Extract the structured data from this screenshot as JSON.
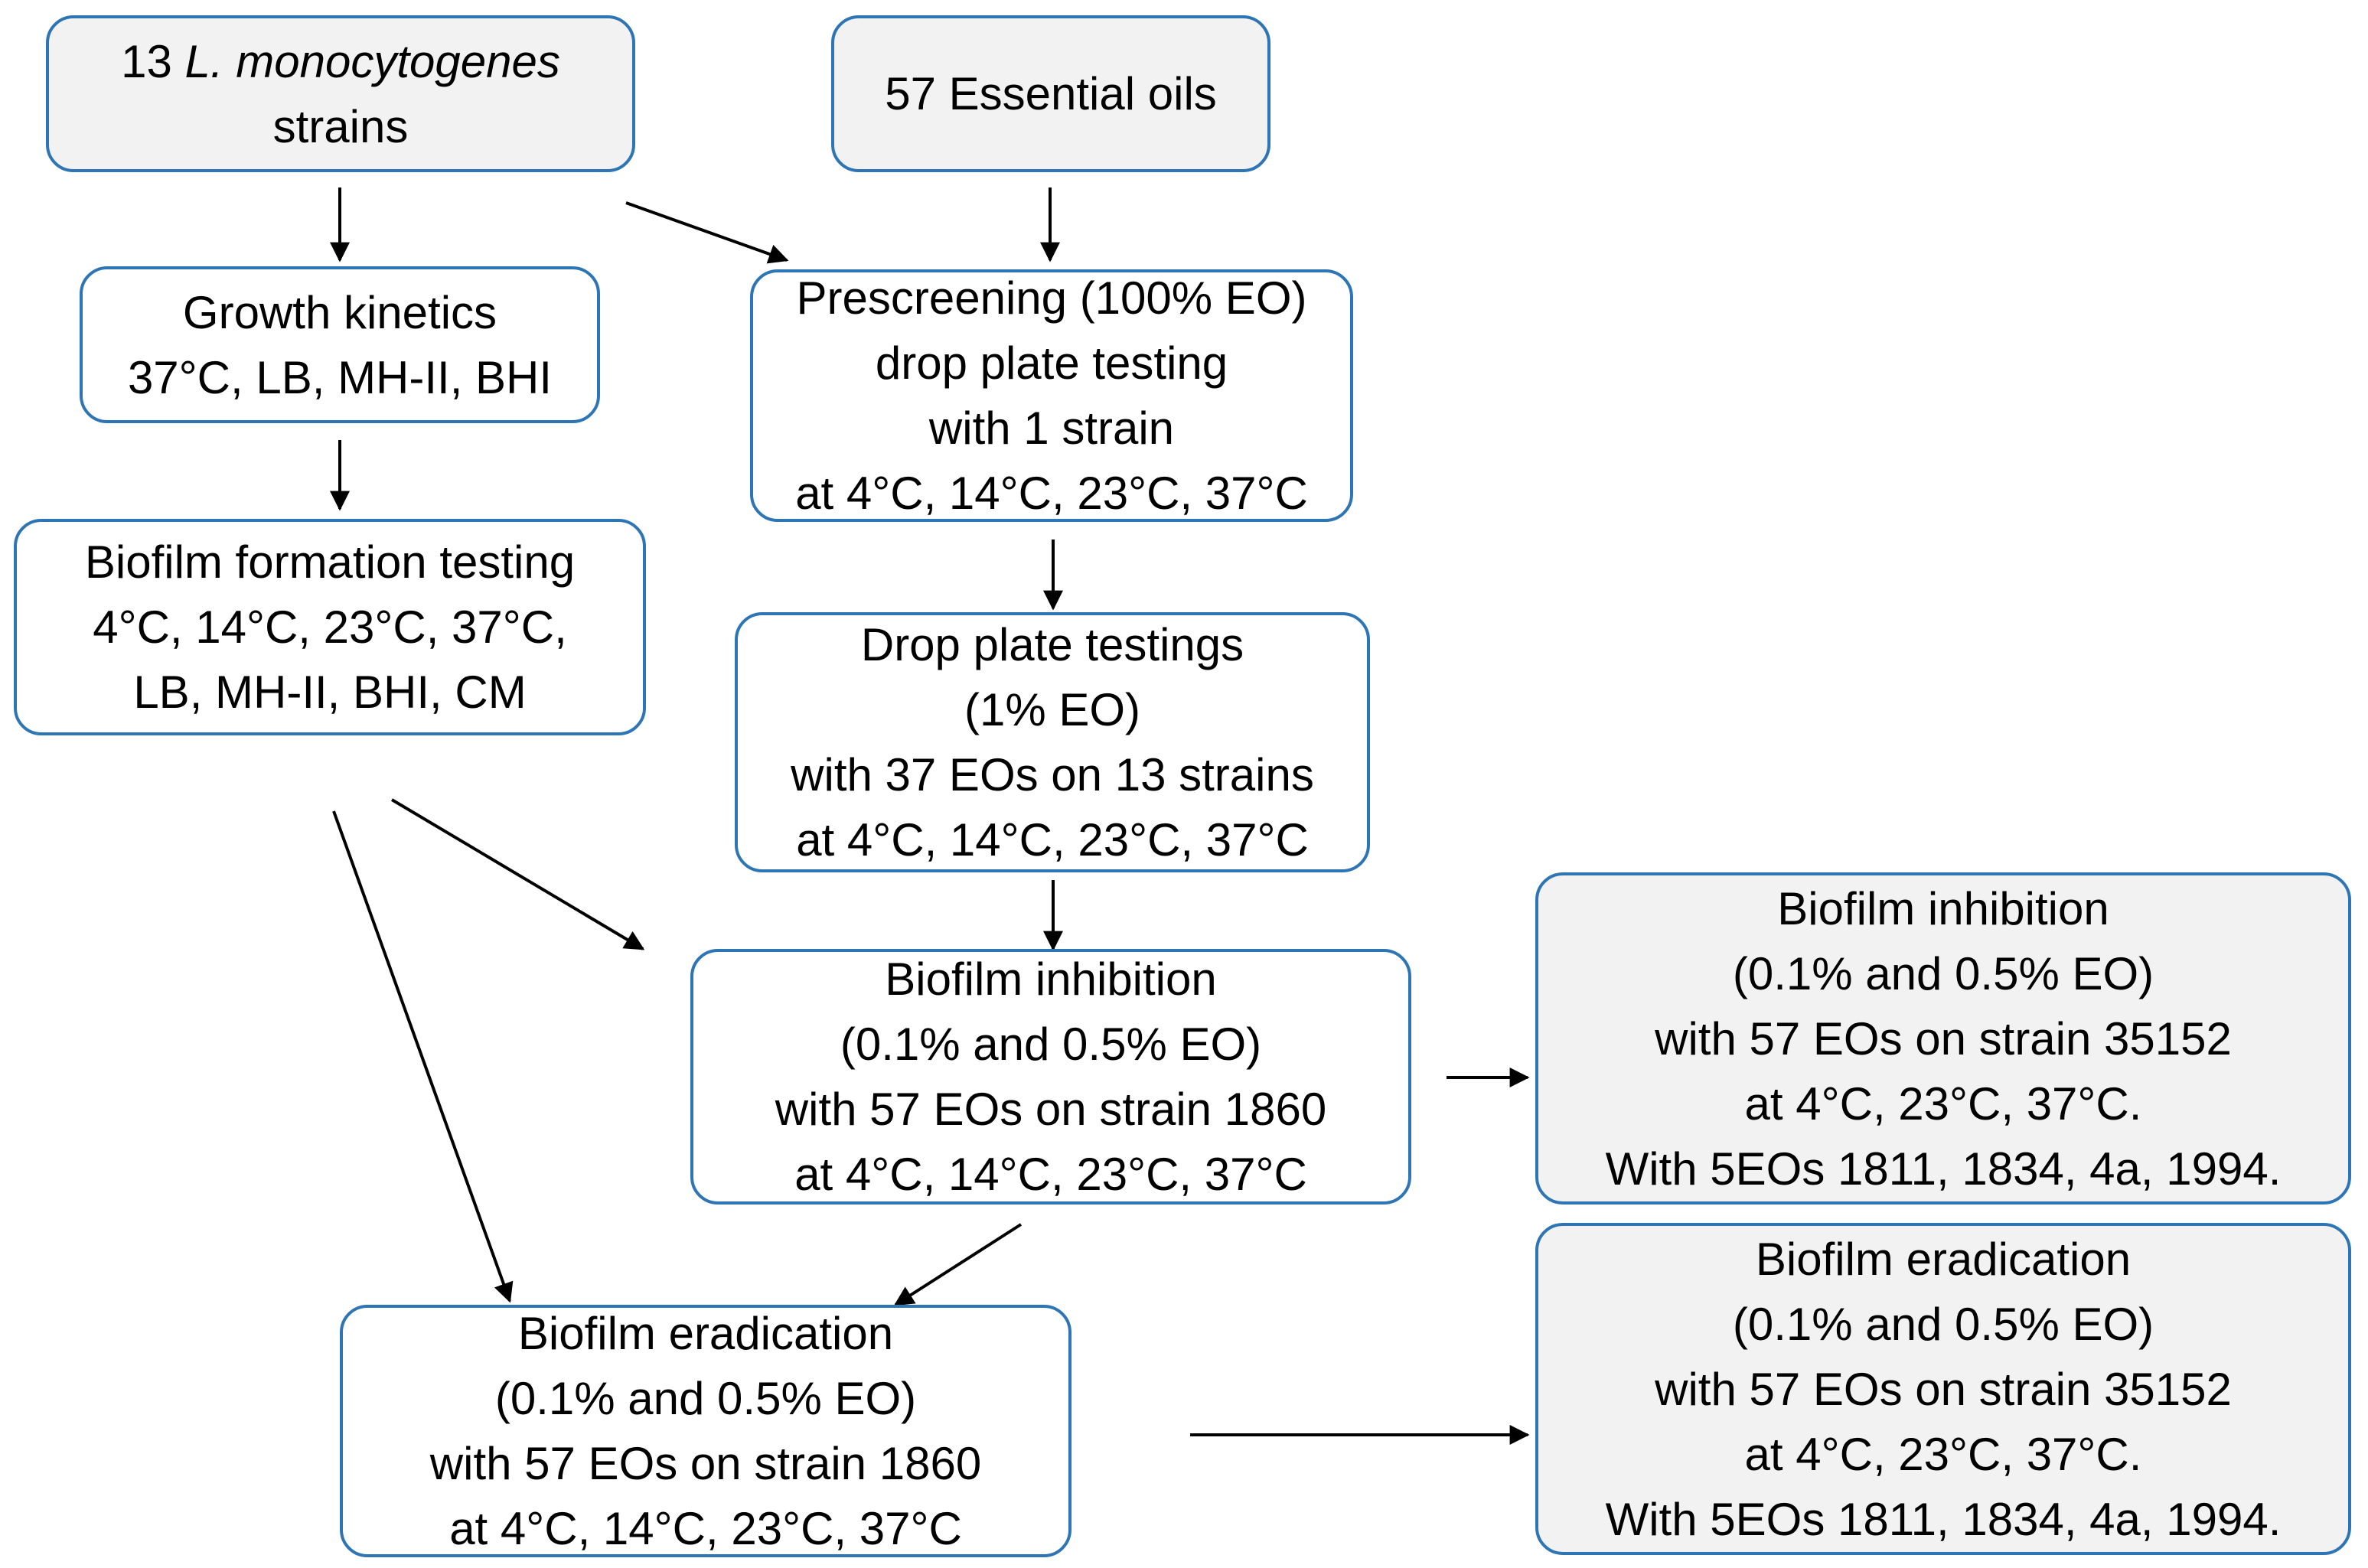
{
  "nodes": {
    "strains": {
      "lines": [
        "13",
        "L. monocytogenes",
        "strains"
      ]
    },
    "oils": {
      "lines": [
        "57 Essential oils"
      ]
    },
    "growth": {
      "lines": [
        "Growth kinetics",
        "37°C, LB, MH-II, BHI"
      ]
    },
    "prescreen": {
      "lines": [
        "Prescreening (100% EO)",
        "drop plate testing",
        "with 1 strain",
        "at 4°C, 14°C, 23°C, 37°C"
      ]
    },
    "biofilm_formation": {
      "lines": [
        "Biofilm formation testing",
        "4°C, 14°C, 23°C, 37°C,",
        "LB, MH-II, BHI, CM"
      ]
    },
    "drop_plate": {
      "lines": [
        "Drop plate testings",
        "(1% EO)",
        "with 37 EOs on 13 strains",
        "at 4°C, 14°C, 23°C, 37°C"
      ]
    },
    "inhibition_1860": {
      "lines": [
        "Biofilm inhibition",
        "(0.1% and 0.5% EO)",
        "with 57 EOs on strain 1860",
        "at 4°C, 14°C, 23°C, 37°C"
      ]
    },
    "inhibition_35152": {
      "lines": [
        "Biofilm inhibition",
        "(0.1% and 0.5% EO)",
        "with 57 EOs on strain 35152",
        "at 4°C, 23°C, 37°C.",
        "With 5EOs 1811, 1834, 4a, 1994."
      ]
    },
    "eradication_1860": {
      "lines": [
        "Biofilm eradication",
        "(0.1% and 0.5% EO)",
        "with 57 EOs on strain 1860",
        "at 4°C, 14°C, 23°C, 37°C"
      ]
    },
    "eradication_35152": {
      "lines": [
        "Biofilm eradication",
        "(0.1% and 0.5% EO)",
        "with 57 EOs on strain 35152",
        "at 4°C, 23°C, 37°C.",
        "With 5EOs 1811, 1834, 4a, 1994."
      ]
    }
  },
  "edges": [
    {
      "from": "strains",
      "to": "growth"
    },
    {
      "from": "strains",
      "to": "prescreen"
    },
    {
      "from": "oils",
      "to": "prescreen"
    },
    {
      "from": "growth",
      "to": "biofilm_formation"
    },
    {
      "from": "prescreen",
      "to": "drop_plate"
    },
    {
      "from": "biofilm_formation",
      "to": "inhibition_1860"
    },
    {
      "from": "biofilm_formation",
      "to": "eradication_1860"
    },
    {
      "from": "drop_plate",
      "to": "inhibition_1860"
    },
    {
      "from": "inhibition_1860",
      "to": "inhibition_35152"
    },
    {
      "from": "inhibition_1860",
      "to": "eradication_1860"
    },
    {
      "from": "eradication_1860",
      "to": "eradication_35152"
    }
  ],
  "colors": {
    "border": "#2e75b6",
    "grey_fill": "#f2f2f2",
    "arrow": "#000000"
  }
}
